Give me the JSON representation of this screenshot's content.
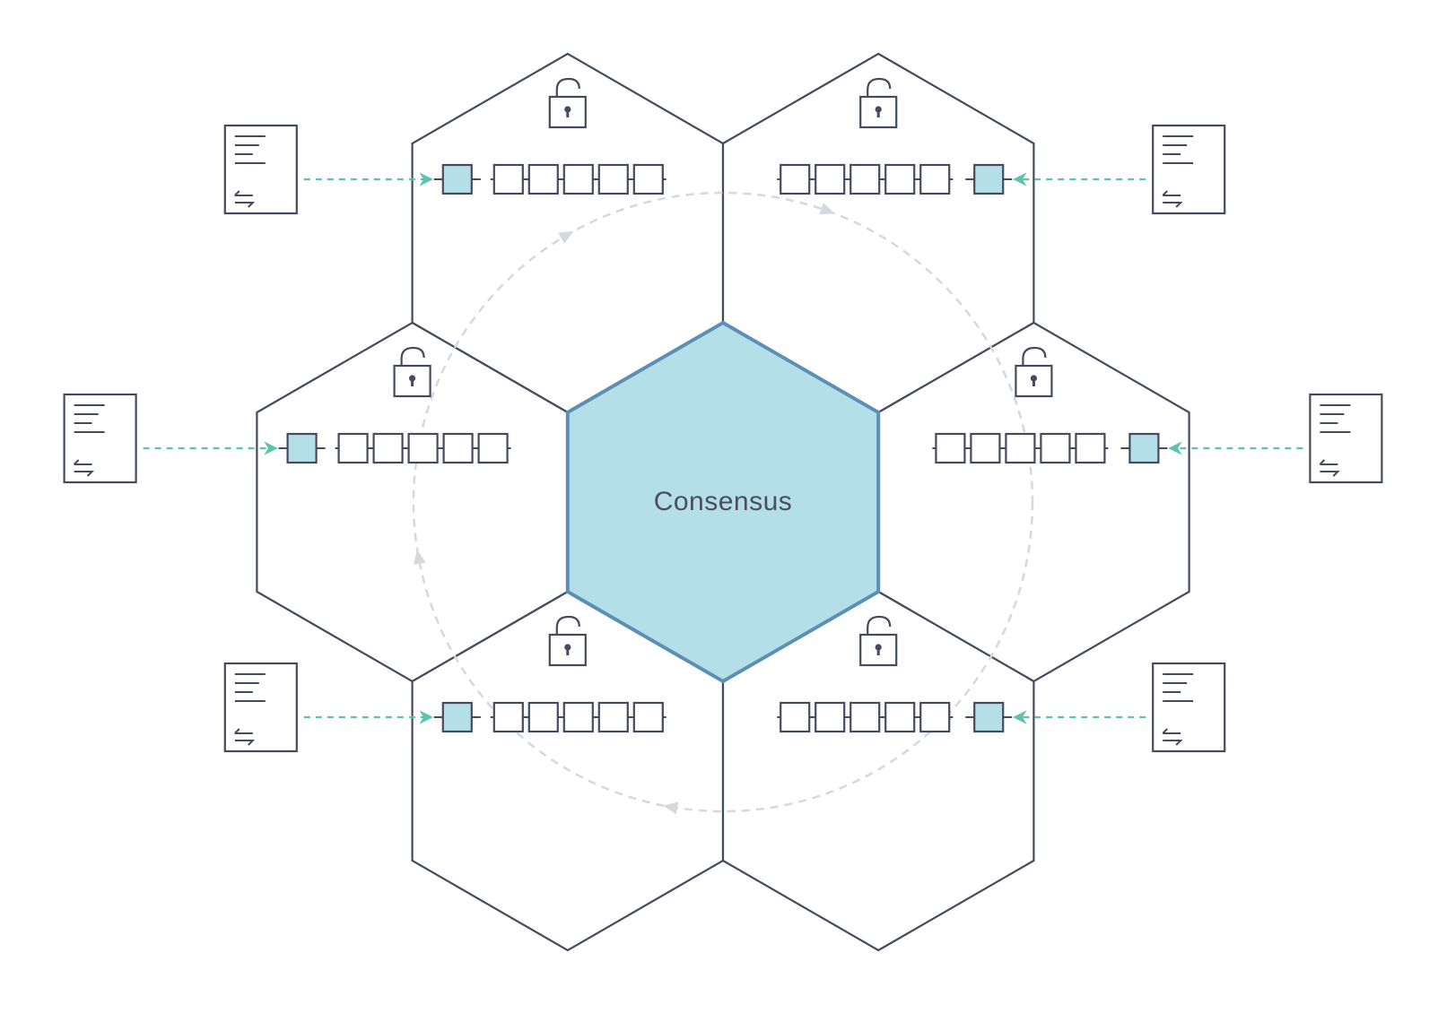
{
  "diagram": {
    "center_label": "Consensus",
    "nodes": [
      {
        "name": "node-top-left",
        "new_block_side": "left"
      },
      {
        "name": "node-top-right",
        "new_block_side": "right"
      },
      {
        "name": "node-middle-left",
        "new_block_side": "left"
      },
      {
        "name": "node-middle-right",
        "new_block_side": "right"
      },
      {
        "name": "node-bottom-left",
        "new_block_side": "left"
      },
      {
        "name": "node-bottom-right",
        "new_block_side": "right"
      }
    ],
    "icons": {
      "document": "document-icon",
      "lock": "unlocked-padlock-icon",
      "transfer": "transfer-arrows-icon"
    },
    "colors": {
      "outline": "#454a5f",
      "center_fill": "#b5dfe8",
      "center_stroke": "#5b8fb3",
      "block_highlight": "#b5dfe8",
      "incoming_arrow": "#5ec3ae",
      "cycle_arrow": "#d6d8de",
      "text": "#4a4e62"
    }
  }
}
